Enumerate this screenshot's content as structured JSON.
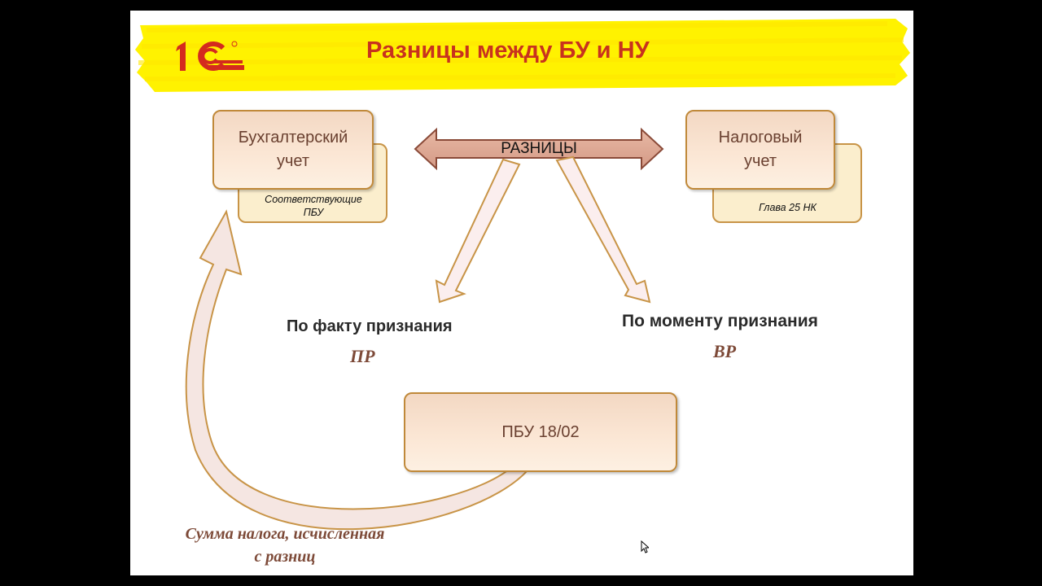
{
  "slide": {
    "title": "Разницы между БУ и НУ",
    "logo_text": "1С",
    "colors": {
      "title": "#c8321e",
      "highlight": "#fff200",
      "box_border": "#c0893a",
      "text_brown": "#7d4a38"
    }
  },
  "diagram": {
    "center_arrow_label": "РАЗНИЦЫ",
    "accounting_box": {
      "line1": "Бухгалтерский",
      "line2": "учет",
      "note_line1": "Соответствующие",
      "note_line2": "ПБУ"
    },
    "tax_box": {
      "line1": "Налоговый",
      "line2": "учет",
      "note": "Глава 25 НК"
    },
    "by_fact": {
      "label": "По факту признания",
      "abbr": "ПР"
    },
    "by_moment": {
      "label": "По моменту признания",
      "abbr": "ВР"
    },
    "pbu_box": {
      "label": "ПБУ 18/02"
    },
    "bottom_caption": {
      "line1": "Сумма налога, исчисленная",
      "line2": "с разниц"
    }
  }
}
